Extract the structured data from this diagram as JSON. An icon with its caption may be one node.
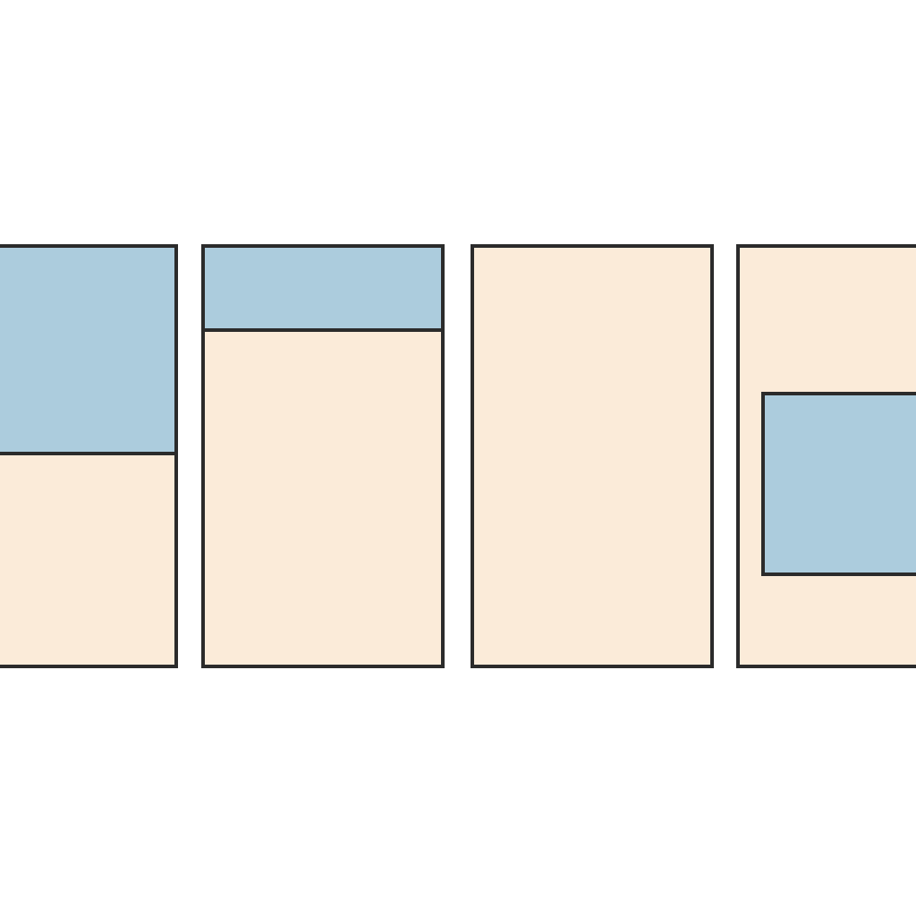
{
  "diagram": {
    "nodes": [
      {
        "text": [],
        "shape": "box"
      },
      {
        "text": [],
        "shape": "box",
        "in": 0
      },
      {
        "text": [],
        "shape": "box"
      },
      {
        "text": [],
        "shape": "box",
        "in": 2
      },
      {
        "text": [],
        "shape": "box"
      },
      {
        "text": [],
        "shape": "box"
      },
      {
        "text": [],
        "shape": "box",
        "in": 5
      }
    ]
  }
}
